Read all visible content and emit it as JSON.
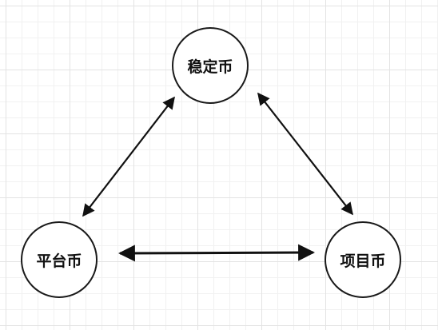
{
  "nodes": {
    "top": {
      "label": "稳定币"
    },
    "left": {
      "label": "平台币"
    },
    "right": {
      "label": "项目币"
    }
  },
  "edges": [
    {
      "from": "top",
      "to": "left",
      "direction": "bidirectional"
    },
    {
      "from": "top",
      "to": "right",
      "direction": "bidirectional"
    },
    {
      "from": "left",
      "to": "right",
      "direction": "bidirectional"
    }
  ],
  "colors": {
    "line": "#111111",
    "node_border": "#1a1a1a",
    "grid": "#e3e3e3"
  }
}
